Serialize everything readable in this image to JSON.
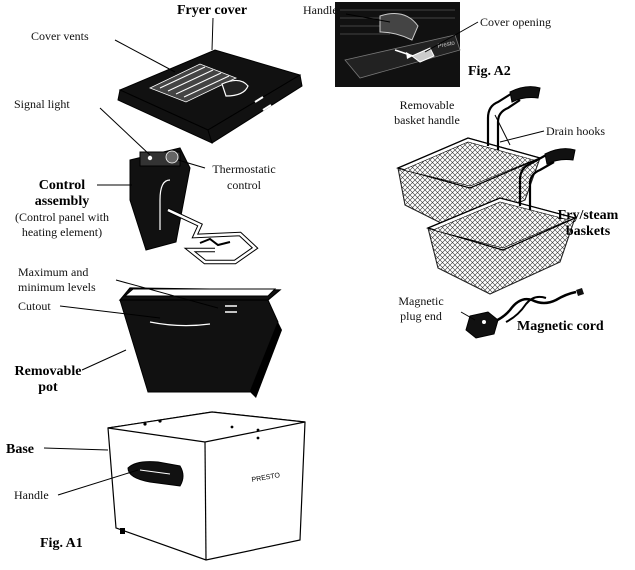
{
  "figures": {
    "a1": "Fig. A1",
    "a2": "Fig. A2"
  },
  "labels": {
    "fryer_cover": "Fryer cover",
    "cover_vents": "Cover vents",
    "signal_light": "Signal light",
    "thermostatic_control_1": "Thermostatic",
    "thermostatic_control_2": "control",
    "control_assembly_1": "Control",
    "control_assembly_2": "assembly",
    "control_panel_1": "(Control panel with",
    "control_panel_2": "heating element)",
    "max_min_1": "Maximum and",
    "max_min_2": "minimum levels",
    "cutout": "Cutout",
    "removable_pot_1": "Removable",
    "removable_pot_2": "pot",
    "base": "Base",
    "base_handle": "Handle",
    "cover_handle": "Handle",
    "cover_opening": "Cover opening",
    "removable_basket_handle_1": "Removable",
    "removable_basket_handle_2": "basket handle",
    "drain_hooks": "Drain hooks",
    "fry_steam_1": "Fry/steam",
    "fry_steam_2": "baskets",
    "magnetic_plug_1": "Magnetic",
    "magnetic_plug_2": "plug end",
    "magnetic_cord": "Magnetic cord"
  },
  "brand": "PRESTO",
  "inset_text": "Presto"
}
